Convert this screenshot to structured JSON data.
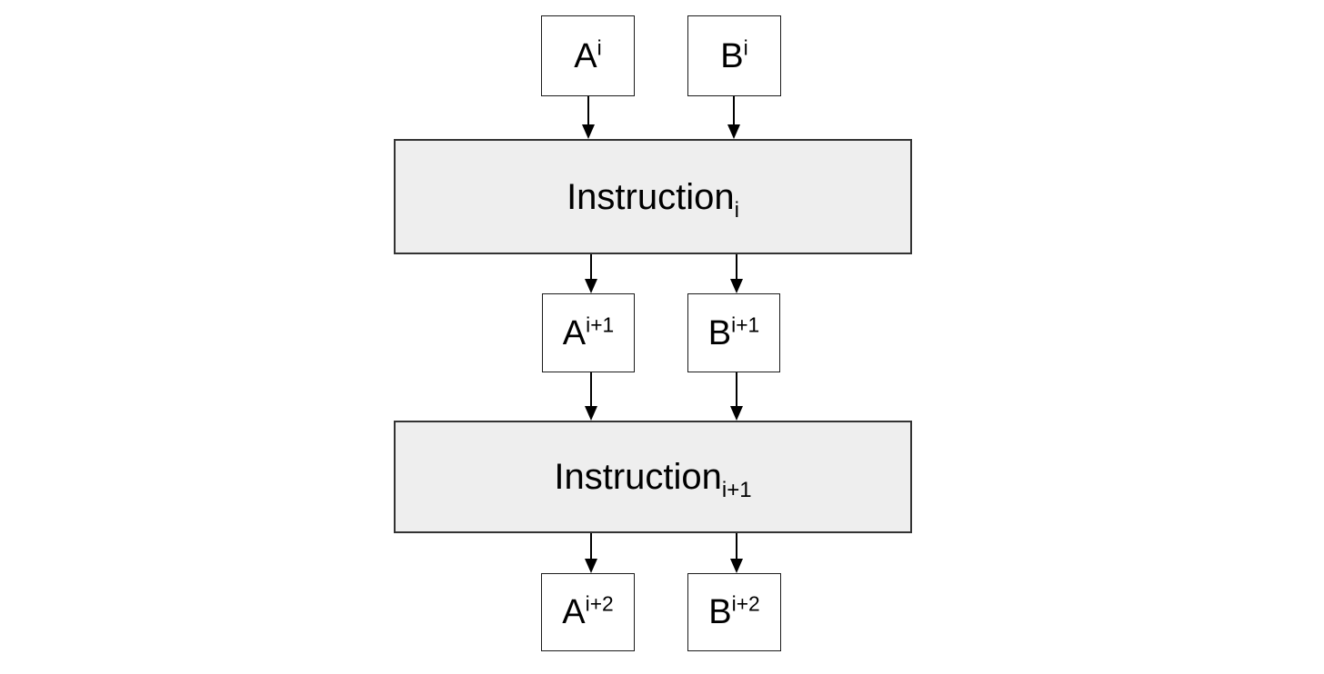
{
  "diagram_type": "instruction-pipeline-register-flow",
  "colors": {
    "background": "#ffffff",
    "register_fill": "#ffffff",
    "register_border": "#1a1a1a",
    "instruction_fill": "#eeeeee",
    "instruction_border": "#333333",
    "arrow": "#000000",
    "text": "#000000"
  },
  "registers": {
    "a_i": {
      "base": "A",
      "sup": "i"
    },
    "b_i": {
      "base": "B",
      "sup": "i"
    },
    "a_i1": {
      "base": "A",
      "sup": "i+1"
    },
    "b_i1": {
      "base": "B",
      "sup": "i+1"
    },
    "a_i2": {
      "base": "A",
      "sup": "i+2"
    },
    "b_i2": {
      "base": "B",
      "sup": "i+2"
    }
  },
  "instructions": {
    "i": {
      "base": "Instruction",
      "sub": "i"
    },
    "i1": {
      "base": "Instruction",
      "sub": "i+1"
    }
  }
}
